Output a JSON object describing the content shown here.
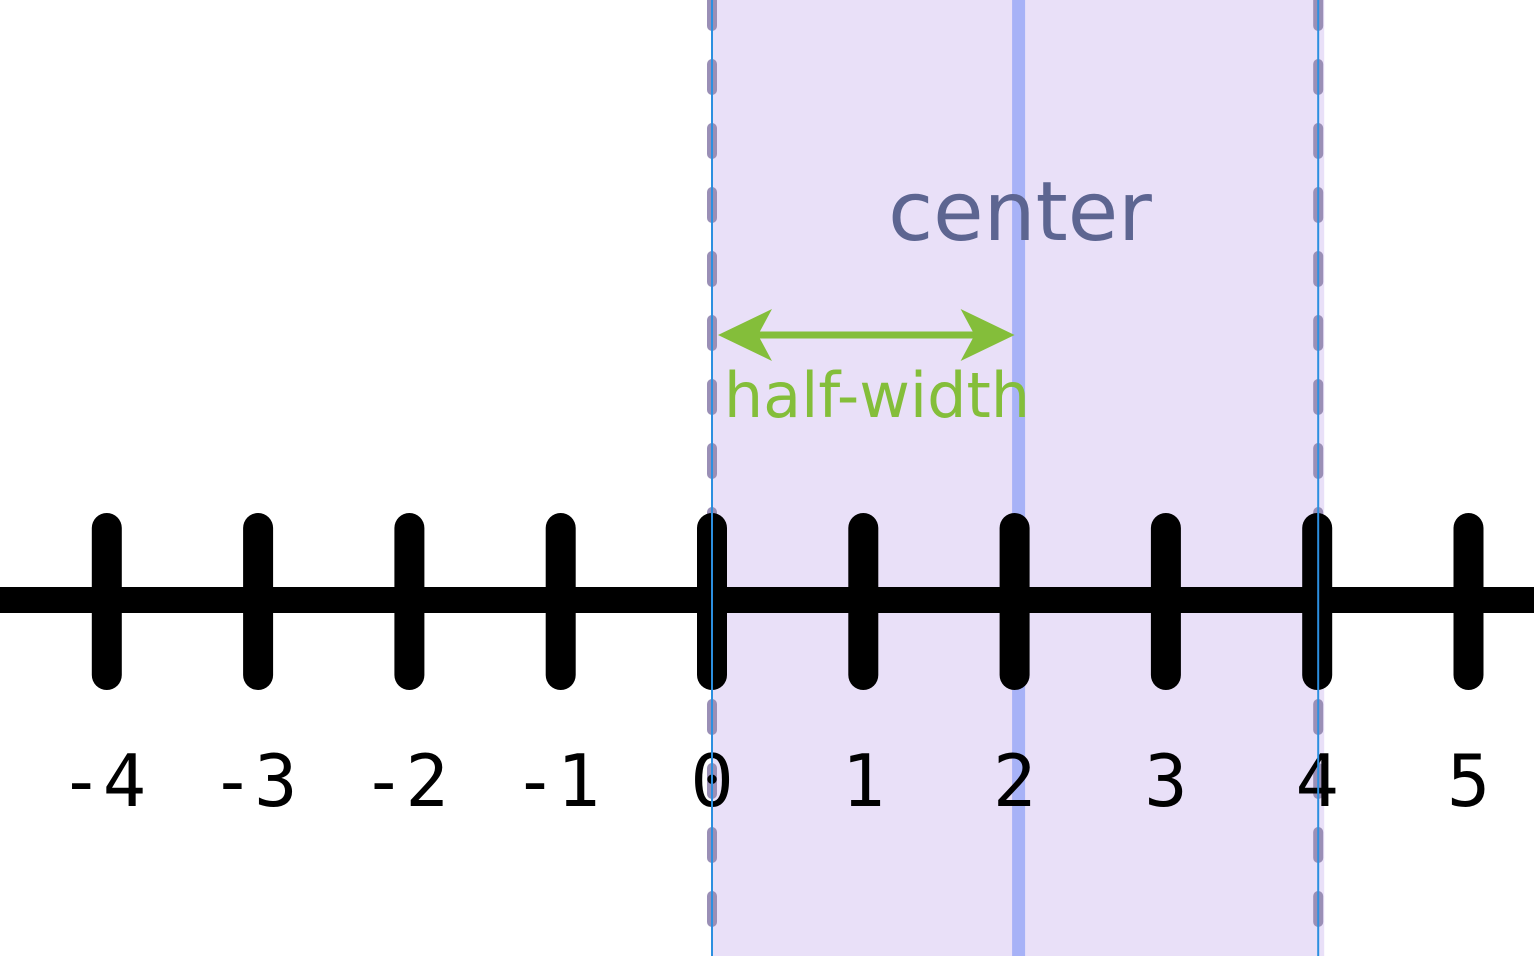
{
  "labels": {
    "center": "center",
    "half_width": "half-width"
  },
  "axis": {
    "ticks": [
      -4,
      -3,
      -2,
      -1,
      0,
      1,
      2,
      3,
      4,
      5
    ],
    "tick_labels": [
      "-4",
      "-3",
      "-2",
      "-1",
      "0",
      "1",
      "2",
      "3",
      "4",
      "5"
    ]
  },
  "interval": {
    "center": 2,
    "half_width": 2,
    "lower": 0,
    "upper": 4
  },
  "colors": {
    "band_fill": "#e9e0f8",
    "center_line": "#a7b2f7",
    "dashed_bound": "#9a8fb6",
    "thin_bound": "#2c8fe0",
    "arrow": "#84be3a",
    "center_text": "#5d6591",
    "axis": "#000000"
  }
}
